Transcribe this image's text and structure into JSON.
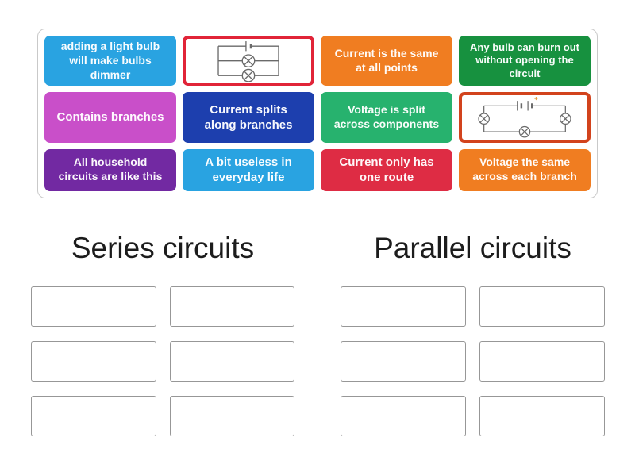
{
  "tile_bank": {
    "tiles": [
      {
        "kind": "text",
        "label": "adding a light bulb will make bulbs dimmer",
        "bg": "#29a3e1"
      },
      {
        "kind": "image",
        "icon": "parallel-circuit-diagram",
        "border": "#e12438"
      },
      {
        "kind": "text",
        "label": "Current is the same at all points",
        "bg": "#f07d21"
      },
      {
        "kind": "text",
        "label": "Any bulb can burn out without opening the circuit",
        "bg": "#17913f"
      },
      {
        "kind": "text",
        "label": "Contains branches",
        "bg": "#c94fc9"
      },
      {
        "kind": "text",
        "label": "Current splits along branches",
        "bg": "#1d3fae"
      },
      {
        "kind": "text",
        "label": "Voltage is split across components",
        "bg": "#27b26e"
      },
      {
        "kind": "image",
        "icon": "series-circuit-diagram",
        "border": "#d2431d"
      },
      {
        "kind": "text",
        "label": "All household circuits are like this",
        "bg": "#7229a2"
      },
      {
        "kind": "text",
        "label": "A bit useless in everyday life",
        "bg": "#29a3e1"
      },
      {
        "kind": "text",
        "label": "Current only has one route",
        "bg": "#de2c44"
      },
      {
        "kind": "text",
        "label": "Voltage the same across each branch",
        "bg": "#f07d21"
      }
    ]
  },
  "groups": [
    {
      "title": "Series circuits"
    },
    {
      "title": "Parallel circuits"
    }
  ],
  "slots_per_group": 6,
  "colors": {
    "page_bg": "#ffffff",
    "bank_border": "#c9c9c9",
    "slot_border": "#979797",
    "heading_text": "#1c1c1c",
    "tile_text": "#ffffff",
    "circuit_stroke": "#6a6a6a",
    "battery_plus_mark": "#e09b3f"
  }
}
